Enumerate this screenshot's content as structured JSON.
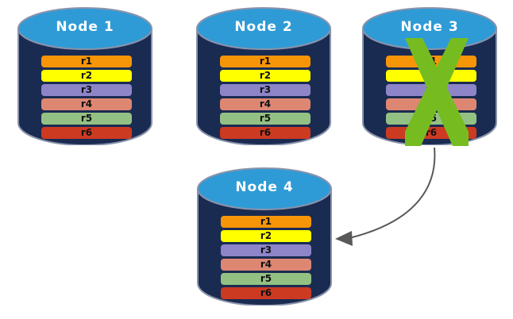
{
  "diagram": {
    "title": "node-replication-failover-diagram",
    "background": "#ffffff",
    "cylinder": {
      "body_color": "#1a2b52",
      "top_color": "#2e9bd6",
      "edge_color": "#8a93ab",
      "title_color": "#ffffff"
    },
    "row_palette": {
      "r1": "#f79508",
      "r2": "#ffff00",
      "r3": "#8d85c8",
      "r4": "#dd8773",
      "r5": "#93c184",
      "r6": "#cd3a22"
    },
    "failure_marker": {
      "name": "green-x-cross",
      "color": "#76bc21",
      "applies_to": "Node 3"
    },
    "arrow": {
      "name": "failover-arrow",
      "color": "#595959",
      "from": "Node 3",
      "to": "Node 4"
    }
  },
  "nodes": [
    {
      "id": "node-1",
      "title": "Node  1",
      "failed": false,
      "rows": [
        {
          "label": "r1",
          "color": "#f79508"
        },
        {
          "label": "r2",
          "color": "#ffff00"
        },
        {
          "label": "r3",
          "color": "#8d85c8"
        },
        {
          "label": "r4",
          "color": "#dd8773"
        },
        {
          "label": "r5",
          "color": "#93c184"
        },
        {
          "label": "r6",
          "color": "#cd3a22"
        }
      ]
    },
    {
      "id": "node-2",
      "title": "Node  2",
      "failed": false,
      "rows": [
        {
          "label": "r1",
          "color": "#f79508"
        },
        {
          "label": "r2",
          "color": "#ffff00"
        },
        {
          "label": "r3",
          "color": "#8d85c8"
        },
        {
          "label": "r4",
          "color": "#dd8773"
        },
        {
          "label": "r5",
          "color": "#93c184"
        },
        {
          "label": "r6",
          "color": "#cd3a22"
        }
      ]
    },
    {
      "id": "node-3",
      "title": "Node  3",
      "failed": true,
      "rows": [
        {
          "label": "r1",
          "color": "#f79508"
        },
        {
          "label": "r2",
          "color": "#ffff00"
        },
        {
          "label": "r3",
          "color": "#8d85c8"
        },
        {
          "label": "r4",
          "color": "#dd8773"
        },
        {
          "label": "r5",
          "color": "#93c184"
        },
        {
          "label": "r6",
          "color": "#cd3a22"
        }
      ]
    },
    {
      "id": "node-4",
      "title": "Node  4",
      "failed": false,
      "rows": [
        {
          "label": "r1",
          "color": "#f79508"
        },
        {
          "label": "r2",
          "color": "#ffff00"
        },
        {
          "label": "r3",
          "color": "#8d85c8"
        },
        {
          "label": "r4",
          "color": "#dd8773"
        },
        {
          "label": "r5",
          "color": "#93c184"
        },
        {
          "label": "r6",
          "color": "#cd3a22"
        }
      ]
    }
  ]
}
